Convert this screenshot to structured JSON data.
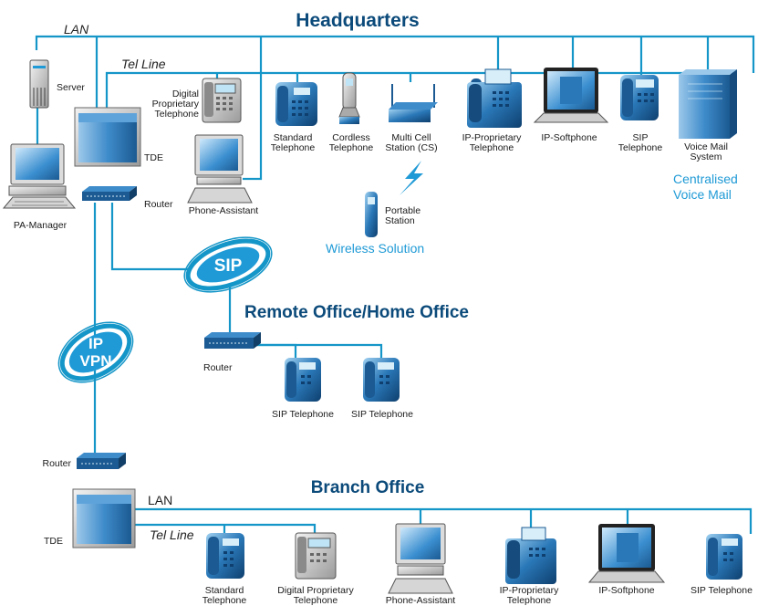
{
  "titles": {
    "headquarters": "Headquarters",
    "remote_office": "Remote Office/Home Office",
    "branch_office": "Branch Office"
  },
  "networks": {
    "lan": "LAN",
    "tel_line": "Tel Line",
    "branch_lan": "LAN",
    "branch_tel_line": "Tel Line"
  },
  "badges": {
    "sip": "SIP",
    "ip": "IP",
    "vpn": "VPN"
  },
  "hq": {
    "server": "Server",
    "tde": "TDE",
    "router": "Router",
    "pa_manager": "PA-Manager",
    "digital_phone": [
      "Digital",
      "Proprietary",
      "Telephone"
    ],
    "phone_assistant": "Phone-Assistant",
    "standard_phone": [
      "Standard",
      "Telephone"
    ],
    "cordless_phone": [
      "Cordless",
      "Telephone"
    ],
    "multi_cell": [
      "Multi Cell",
      "Station (CS)"
    ],
    "ip_proprietary": [
      "IP-Proprietary",
      "Telephone"
    ],
    "ip_softphone": "IP-Softphone",
    "sip_phone": [
      "SIP",
      "Telephone"
    ],
    "voice_mail": [
      "Voice Mail",
      "System"
    ],
    "centralised": [
      "Centralised",
      "Voice Mail"
    ],
    "portable": [
      "Portable",
      "Station"
    ],
    "wireless": "Wireless Solution"
  },
  "remote": {
    "router": "Router",
    "sip_phone_1": "SIP Telephone",
    "sip_phone_2": "SIP Telephone"
  },
  "branch": {
    "router": "Router",
    "tde": "TDE",
    "standard_phone": [
      "Standard",
      "Telephone"
    ],
    "digital_phone": [
      "Digital Proprietary",
      "Telephone"
    ],
    "phone_assistant": "Phone-Assistant",
    "ip_proprietary": [
      "IP-Proprietary",
      "Telephone"
    ],
    "ip_softphone": "IP-Softphone",
    "sip_phone": "SIP Telephone"
  },
  "colors": {
    "line": "#1596c8",
    "navy": "#0b4a7a",
    "accent": "#1f9ad6",
    "device_blue": "#2a78b8",
    "device_dark": "#1b4f80"
  }
}
